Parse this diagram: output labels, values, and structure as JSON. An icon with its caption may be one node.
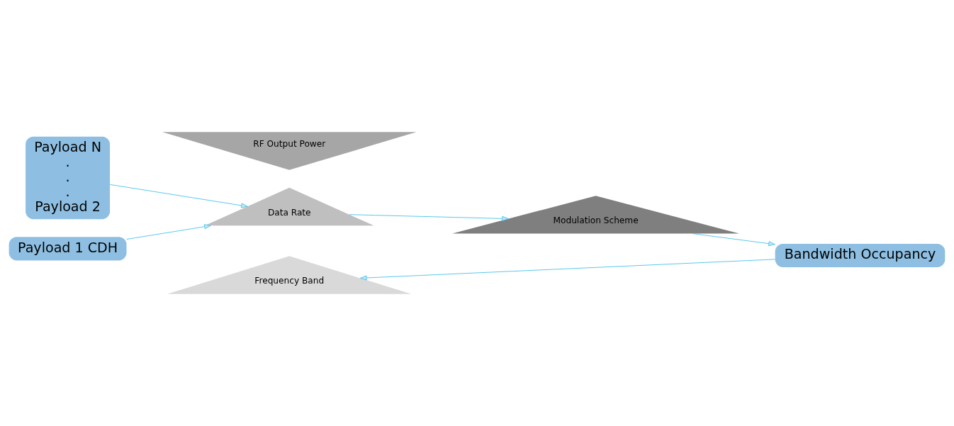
{
  "diagram": {
    "nodes": [
      {
        "text": [
          "Payload N",
          ".",
          ".",
          ".",
          "Payload 2"
        ]
      },
      {
        "text": [
          "Payload 1 CDH"
        ]
      },
      {
        "text": [
          "Data Rate"
        ]
      },
      {
        "text": [
          "Modulation Scheme"
        ]
      },
      {
        "text": [
          "RF Output Power"
        ]
      },
      {
        "text": [
          "Frequency Band"
        ]
      },
      {
        "text": [
          "Bandwidth Occupancy"
        ]
      }
    ],
    "edges": [
      {
        "from": 0,
        "to": 2,
        "arrow": "to"
      },
      {
        "from": 1,
        "to": 2,
        "arrow": "to"
      },
      {
        "from": 2,
        "to": 3,
        "arrow": "to"
      },
      {
        "from": 3,
        "to": 6,
        "arrow": "to"
      },
      {
        "from": 6,
        "to": 5,
        "arrow": "to"
      }
    ]
  }
}
